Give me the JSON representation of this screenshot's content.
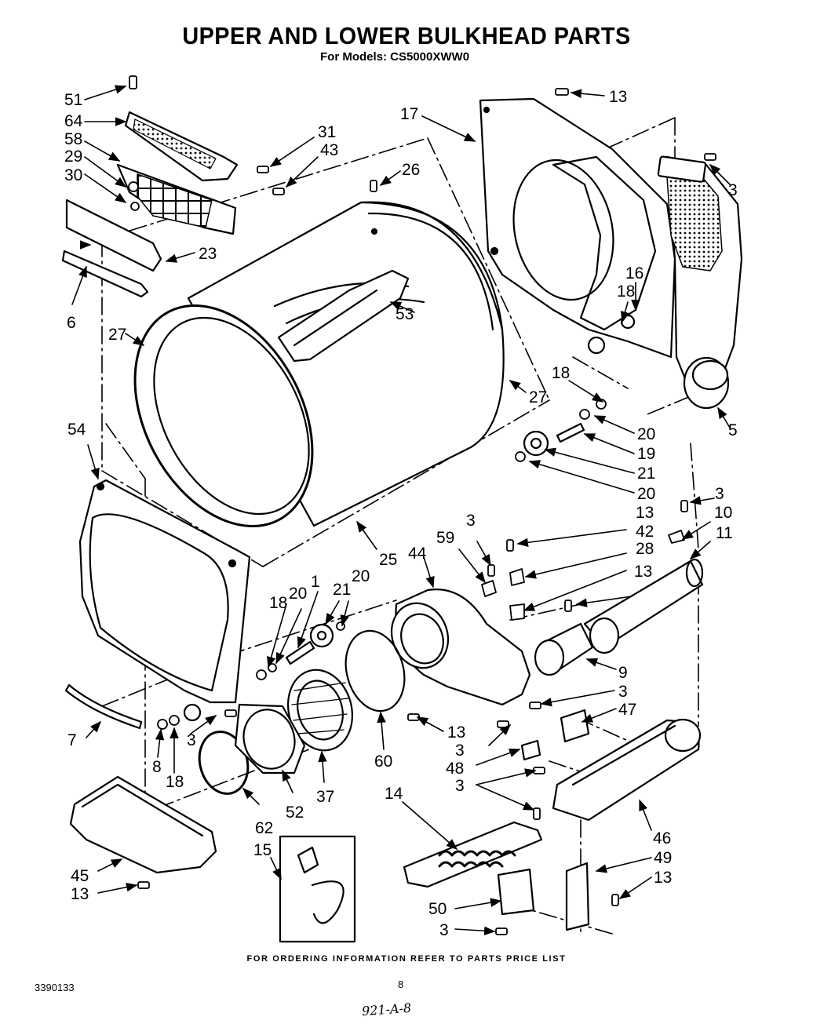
{
  "title": "UPPER AND LOWER BULKHEAD PARTS",
  "subtitle": "For Models: CS5000XWW0",
  "footer": "FOR ORDERING INFORMATION REFER TO PARTS PRICE LIST",
  "doc_number": "3390133",
  "page_number": "8",
  "handwritten_note": "921-A-8",
  "callouts": {
    "c51": "51",
    "c64": "64",
    "c58": "58",
    "c29": "29",
    "c30": "30",
    "c31": "31",
    "c43": "43",
    "c26": "26",
    "c17": "17",
    "c13a": "13",
    "c3a": "3",
    "c23": "23",
    "c6": "6",
    "c27a": "27",
    "c53": "53",
    "c16": "16",
    "c18a": "18",
    "c27b": "27",
    "c18b": "18",
    "c5": "5",
    "c20a": "20",
    "c19": "19",
    "c21a": "21",
    "c20b": "20",
    "c54": "54",
    "c3b": "3",
    "c10": "10",
    "c11": "11",
    "c3c": "3",
    "c13b": "13",
    "c59": "59",
    "c42": "42",
    "c28": "28",
    "c25": "25",
    "c44": "44",
    "c13c": "13",
    "c21b": "21",
    "c20c": "20",
    "c20d": "20",
    "c18c": "18",
    "c1": "1",
    "c9": "9",
    "c3d": "3",
    "c47": "47",
    "c13d": "13",
    "c3e": "3",
    "c7": "7",
    "c8": "8",
    "c18d": "18",
    "c3f": "3",
    "c48": "48",
    "c3g": "3",
    "c60": "60",
    "c37": "37",
    "c52": "52",
    "c62": "62",
    "c14": "14",
    "c46": "46",
    "c15": "15",
    "c49": "49",
    "c13e": "13",
    "c45": "45",
    "c13f": "13",
    "c50": "50",
    "c3h": "3"
  }
}
